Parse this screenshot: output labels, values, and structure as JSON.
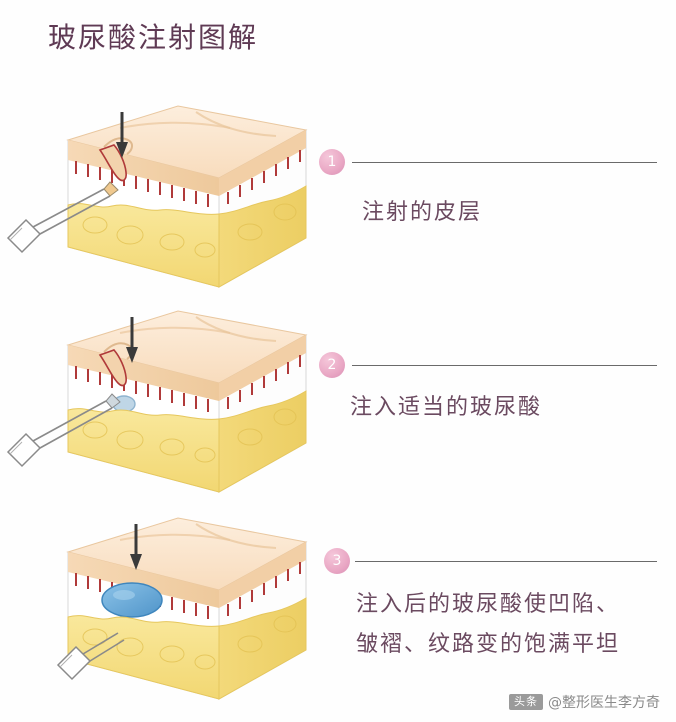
{
  "document": {
    "title": "玻尿酸注射图解",
    "background_color": "#fefefe",
    "title_color": "#5f3a54"
  },
  "steps": [
    {
      "number": "1",
      "label": "注射的皮层",
      "badge_color": "#e9a7c4"
    },
    {
      "number": "2",
      "label": "注入适当的玻尿酸",
      "badge_color": "#e9a7c4"
    },
    {
      "number": "3",
      "label": "注入后的玻尿酸使凹陷、",
      "label_line2": "皱褶、纹路变的饱满平坦",
      "badge_color": "#e9a7c4"
    }
  ],
  "illustration": {
    "skin_top_color": "#fbe3c8",
    "skin_surface_color": "#f7d9b4",
    "fat_color": "#f6e08a",
    "fat_shadow_color": "#ecd06a",
    "dermis_line_color": "#b03a3a",
    "needle_color": "#ffffff",
    "needle_outline_color": "#7a7a7a",
    "filler_blob_color": "#6aa8d8",
    "arrow_color": "#3a3a3a",
    "box_outline_color": "#cfcfcf"
  },
  "watermark": {
    "logo": "头条",
    "text": "@整形医生李方奇"
  }
}
